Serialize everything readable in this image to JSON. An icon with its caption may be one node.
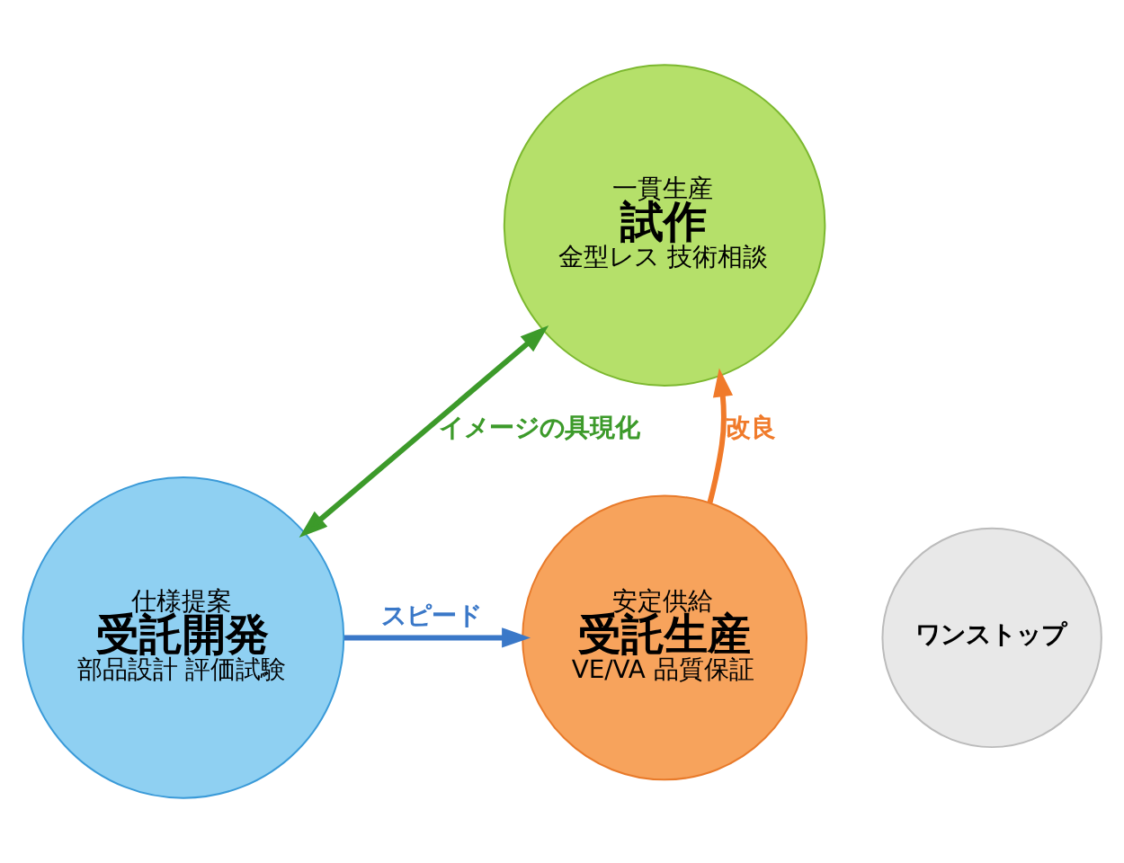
{
  "diagram": {
    "nodes": [
      {
        "text": [
          "一貫生産",
          "試作",
          "金型レス 技術相談"
        ]
      },
      {
        "text": [
          "仕様提案",
          "受託開発",
          "部品設計 評価試験"
        ]
      },
      {
        "text": [
          "安定供給",
          "受託生産",
          "VE/VA 品質保証"
        ]
      },
      {
        "text": [
          "ワンストップ"
        ]
      }
    ],
    "edges": [
      {
        "from": 0,
        "to": 1,
        "arrow": "both",
        "label": "イメージの具現化",
        "color": "#3c9a2a"
      },
      {
        "from": 1,
        "to": 2,
        "arrow": "to",
        "label": "スピード",
        "color": "#3a78c8"
      },
      {
        "from": 2,
        "to": 0,
        "arrow": "to",
        "label": "改良",
        "color": "#f07a2a"
      }
    ]
  }
}
